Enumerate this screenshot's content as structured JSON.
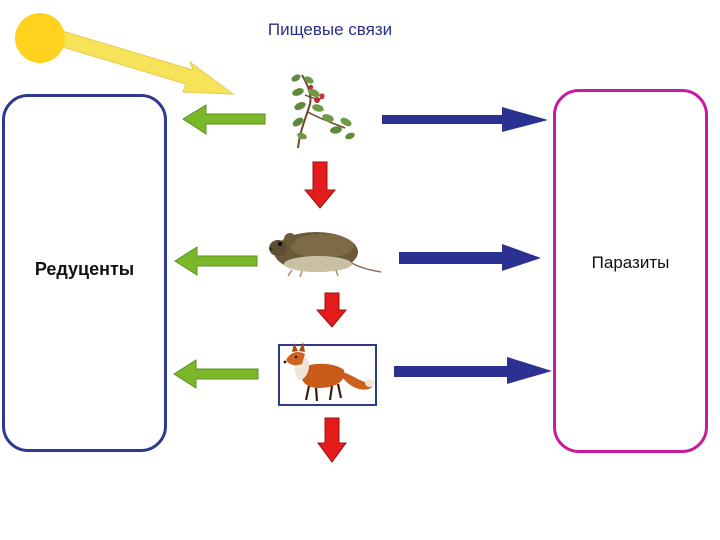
{
  "title": "Пищевые связи",
  "panels": {
    "left_label": "Редуценты",
    "right_label": "Паразиты"
  },
  "organisms": [
    {
      "name": "plant-icon"
    },
    {
      "name": "vole-icon"
    },
    {
      "name": "fox-icon"
    }
  ],
  "colors": {
    "title": "#2b2f8a",
    "left_panel_border": "#2e3a8c",
    "right_panel_border": "#c81aa0",
    "sun": "#ffd21f",
    "sunbeam": "#f6e35a",
    "arrow_green": "#7ab82a",
    "arrow_blue": "#2a3190",
    "arrow_red": "#e41c1c"
  }
}
